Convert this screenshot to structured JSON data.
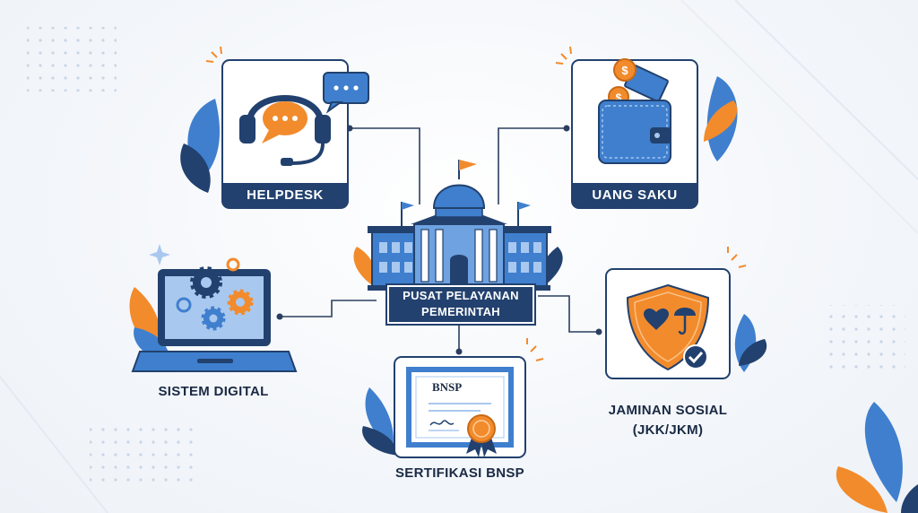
{
  "nodes": {
    "helpdesk": "HELPDESK",
    "uang_saku": "UANG SAKU",
    "center_line1": "PUSAT PELAYANAN",
    "center_line2": "PEMERINTAH",
    "sistem_digital": "SISTEM DIGITAL",
    "jaminan_line1": "JAMINAN SOSIAL",
    "jaminan_line2": "(JKK/JKM)",
    "sertifikasi": "SERTIFIKASI BNSP",
    "bnsp_logo": "BNSP"
  },
  "colors": {
    "navy": "#22416e",
    "blue": "#3f7fce",
    "light_blue": "#a9c8ef",
    "orange": "#f28b2c",
    "background": "#f4f7fb"
  },
  "icons": [
    "headset-icon",
    "chat-bubble-icon",
    "wallet-icon",
    "coin-icon",
    "government-building-icon",
    "laptop-icon",
    "gear-icon",
    "shield-icon",
    "heart-icon",
    "umbrella-icon",
    "checkmark-icon",
    "certificate-icon",
    "seal-icon",
    "leaf-icon"
  ]
}
